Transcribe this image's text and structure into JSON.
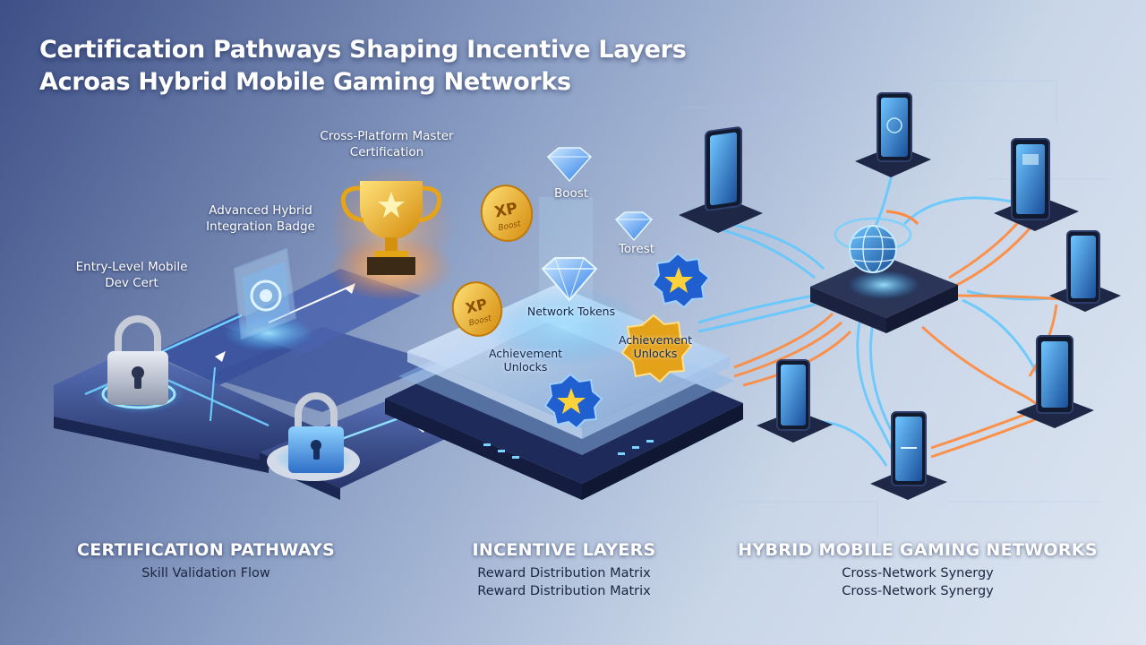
{
  "title": {
    "line1": "Certification Pathways Shaping Incentive Layers",
    "line2": "Acroas Hybrid Mobile Gaming Networks"
  },
  "certifications": {
    "entry": "Entry-Level Mobile Dev Cert",
    "advanced": "Advanced Hybrid Integration Badge",
    "master": "Cross-Platform Master Certification"
  },
  "incentives": {
    "boost": "Boost",
    "torest": "Torest",
    "network_tokens": "Network Tokens",
    "achievement_left": "Achievement Unlocks",
    "achievement_right": "Achievement Unlocks",
    "xp_text": "XP",
    "coin_sub": "Boost"
  },
  "sections": {
    "certification": {
      "heading": "CERTIFICATION PATHWAYS",
      "sub1": "Skill Validation Flow"
    },
    "incentive": {
      "heading": "INCENTIVE LAYERS",
      "sub1": "Reward Distribution Matrix",
      "sub2": "Reward Distribution Matrix"
    },
    "network": {
      "heading": "HYBRID MOBILE GAMING NETWORKS",
      "sub1": "Cross-Network Synergy",
      "sub2": "Cross-Network Synergy"
    }
  },
  "colors": {
    "glow_blue": "#5fc8ff",
    "glow_orange": "#ff8a3d",
    "gold": "#f2b21c",
    "diamond": "#4aa8ff",
    "platform": "#2a3a6e"
  },
  "icons": [
    "padlock-icon",
    "chip-badge-icon",
    "trophy-icon",
    "diamond-icon",
    "xp-coin-icon",
    "star-badge-icon",
    "globe-icon",
    "phone-icon"
  ]
}
